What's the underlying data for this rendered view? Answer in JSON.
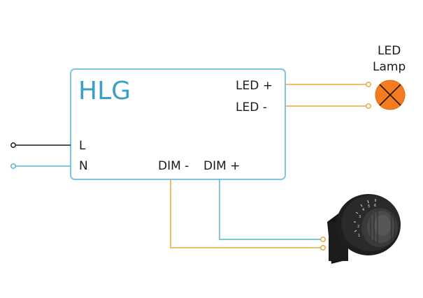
{
  "box": {
    "title": "HLG",
    "led_plus": "LED +",
    "led_minus": "LED -",
    "l_label": "L",
    "n_label": "N",
    "dim_minus": "DIM -",
    "dim_plus": "DIM +"
  },
  "lamp": {
    "label_line1": "LED",
    "label_line2": "Lamp"
  },
  "dimmer": {
    "dial_marks": "1 2 3 4 5 6 7 8 9 10"
  },
  "colors": {
    "box_border": "#7dc4e0",
    "title": "#3aa0c8",
    "orange_wire": "#e8a93a",
    "blue_wire": "#5ab4d6",
    "black_wire": "#1a1a1a",
    "lamp_fill": "#f47b20"
  }
}
